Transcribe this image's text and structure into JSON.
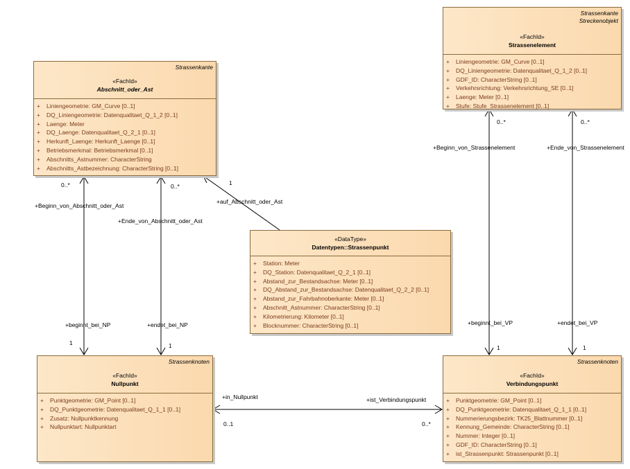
{
  "classes": {
    "abschnitt": {
      "package": "Strassenkante",
      "stereotype": "«FachId»",
      "name": "Abschnitt_oder_Ast",
      "attributes": [
        "Liniengeometrie: GM_Curve [0..1]",
        "DQ_Liniengeometrie: Datenqualitaet_Q_1_2 [0..1]",
        "Laenge: Meter",
        "DQ_Laenge: Datenqualitaet_Q_2_1 [0..1]",
        "Herkunft_Laenge: Herkunft_Laenge [0..1]",
        "Betriebsmerkmal: Betriebsmerkmal [0..1]",
        "Abschnitts_Astnummer: CharacterString",
        "Abschnitts_Astbezeichnung: CharacterString [0..1]"
      ]
    },
    "strassenelement": {
      "package": "Strassenkante",
      "package2": "Streckenobjekt",
      "stereotype": "«FachId»",
      "name": "Strassenelement",
      "attributes": [
        "Liniengeometrie: GM_Curve [0..1]",
        "DQ_Liniengeometrie: Datenqualitaet_Q_1_2 [0..1]",
        "GDF_ID: CharacterString [0..1]",
        "Verkehrsrichtung: Verkehrsrichtung_SE [0..1]",
        "Laenge: Meter [0..1]",
        "Stufe: Stufe_Strassenelement [0..1]"
      ]
    },
    "strassenpunkt": {
      "stereotype": "«DataType»",
      "name": "Datentypen::Strassenpunkt",
      "attributes": [
        "Station: Meter",
        "DQ_Station: Datenqualitaet_Q_2_1 [0..1]",
        "Abstand_zur_Bestandsachse: Meter [0..1]",
        "DQ_Abstand_zur_Bestandsachse: Datenqualitaet_Q_2_2 [0..1]",
        "Abstand_zur_Fahrbahnoberkante: Meter [0..1]",
        "Abschnitt_Astnummer: CharacterString [0..1]",
        "Kilometrierung: Kilometer [0..1]",
        "Blocknummer: CharacterString [0..1]"
      ]
    },
    "nullpunkt": {
      "package": "Strassenknoten",
      "stereotype": "«FachId»",
      "name": "Nullpunkt",
      "attributes": [
        "Punktgeometrie: GM_Point [0..1]",
        "DQ_Punktgeometrie: Datenqualitaet_Q_1_1 [0..1]",
        "Zusatz: Nullpunktkennung",
        "Nullpunktart: Nullpunktart"
      ]
    },
    "verbindungspunkt": {
      "package": "Strassenknoten",
      "stereotype": "«FachId»",
      "name": "Verbindungspunkt",
      "attributes": [
        "Punktgeometrie: GM_Point [0..1]",
        "DQ_Punktgeometrie: Datenqualitaet_Q_1_1 [0..1]",
        "Nummerierungsbezirk: TK25_Blattnummer [0..1]",
        "Kennung_Gemeinde: CharacterString [0..1]",
        "Nummer: Integer [0..1]",
        "GDF_ID: CharacterString [0..1]",
        "ist_Strassenpunkt: Strassenpunkt [0..1]"
      ]
    }
  },
  "edge_labels": {
    "beginn_abschnitt": "+Beginn_von_Abschnitt_oder_Ast",
    "ende_abschnitt": "+Ende_von_Abschnitt_oder_Ast",
    "auf_abschnitt": "+auf_Abschnitt_oder_Ast",
    "beginn_strassenelement": "+Beginn_von_Strassenelement",
    "ende_strassenelement": "+Ende_von_Strassenelement",
    "beginnt_bei_np": "+beginnt_bei_NP",
    "endet_bei_np": "+endet_bei_NP",
    "beginnt_bei_vp": "+beginnt_bei_VP",
    "endet_bei_vp": "+endet_bei_VP",
    "in_nullpunkt": "+in_Nullpunkt",
    "ist_verbindungspunkt": "+ist_Verbindungspunkt"
  },
  "multiplicities": {
    "m_beginn_abschnitt": "0..*",
    "m_ende_abschnitt": "0..*",
    "m_auf_abschnitt": "1",
    "m_beginnt_np": "1",
    "m_endet_np": "1",
    "m_beginn_se": "0..*",
    "m_ende_se": "0..*",
    "m_beginnt_vp": "1",
    "m_endet_vp": "1",
    "m_in_nullpunkt": "0..1",
    "m_ist_vp": "0..*"
  },
  "colors": {
    "class_fill_start": "#fde7c8",
    "class_fill_end": "#fbd9ae",
    "class_border": "#8a6a3a",
    "attribute_text": "#7a3b1c"
  }
}
